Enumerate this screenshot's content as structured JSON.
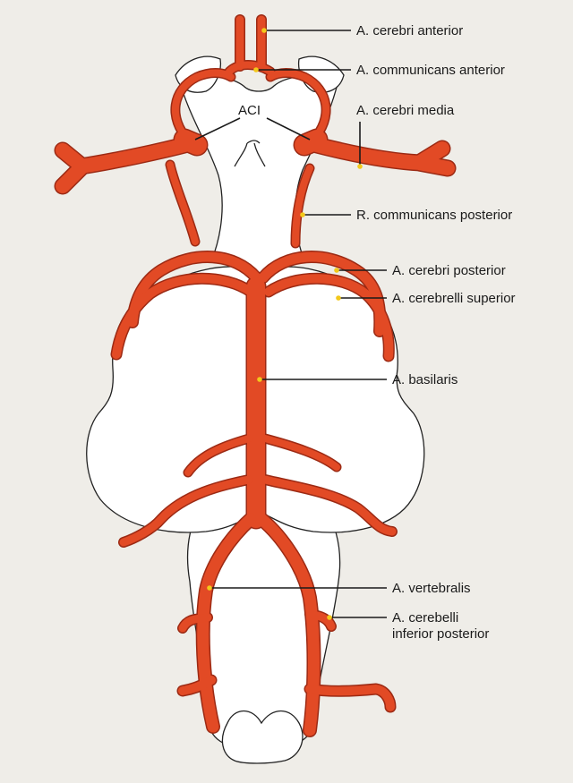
{
  "labels": {
    "cerebri_anterior": "A. cerebri anterior",
    "communicans_anterior": "A. communicans anterior",
    "aci": "ACI",
    "cerebri_media": "A. cerebri media",
    "communicans_posterior": "R. communicans posterior",
    "cerebri_posterior": "A. cerebri posterior",
    "cerebrelli_superior": "A. cerebrelli superior",
    "basilaris": "A. basilaris",
    "vertebralis": "A. vertebralis",
    "cerebelli_inferior_line1": "A. cerebelli",
    "cerebelli_inferior_line2": "inferior posterior"
  },
  "colors": {
    "artery": "#e24a25",
    "artery_outline": "#9c2a14",
    "marker": "#f3c81b",
    "background": "#efede8"
  }
}
